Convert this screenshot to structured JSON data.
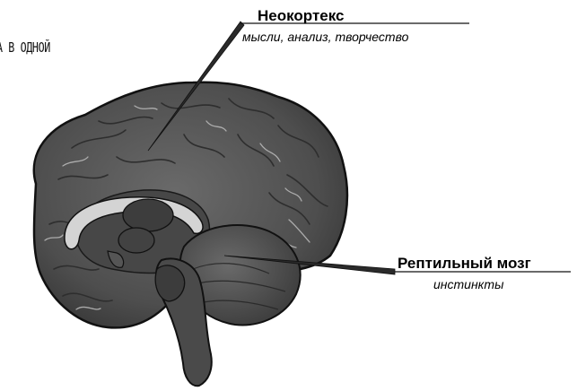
{
  "caption_partial": "А В ОДНОЙ",
  "labels": {
    "neocortex": {
      "title": "Неокортекс",
      "subtitle": "мысли, анализ, творчество"
    },
    "reptilian": {
      "title": "Рептильный мозг",
      "subtitle": "инстинкты"
    }
  },
  "icons": [
    "brain-illustration"
  ],
  "colors": {
    "cortex": "#5a5a5a",
    "cortex_dark": "#3a3a3a",
    "corpus_callosum": "#d0d0d0",
    "brainstem": "#4c4c4c",
    "cerebellum": "#555555",
    "outline": "#111111",
    "pointer": "#2a2a2a"
  }
}
